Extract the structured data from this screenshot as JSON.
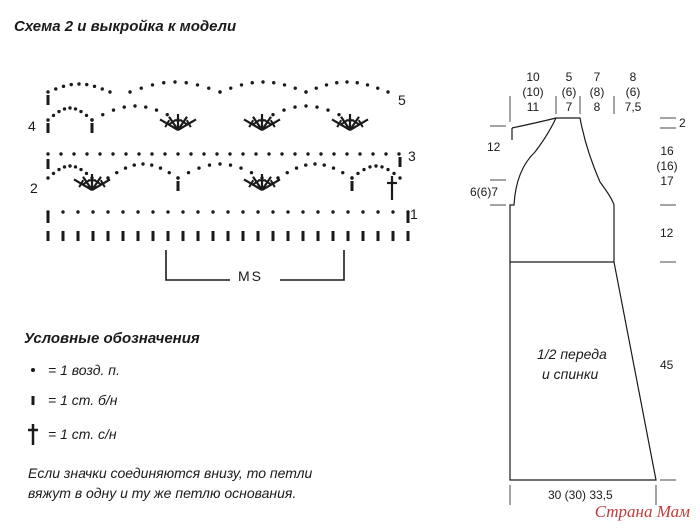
{
  "title": "Схема 2 и выкройка к модели",
  "scheme": {
    "row_labels": [
      {
        "text": "1",
        "side": "right",
        "row": 1
      },
      {
        "text": "2",
        "side": "left",
        "row": 2
      },
      {
        "text": "3",
        "side": "right",
        "row": 3
      },
      {
        "text": "4",
        "side": "left",
        "row": 4
      },
      {
        "text": "5",
        "side": "right",
        "row": 5
      }
    ],
    "repeat_label": "MS"
  },
  "legend": {
    "title": "Условные обозначения",
    "items": [
      {
        "icon": "chain-dot-icon",
        "text": "= 1 возд. п."
      },
      {
        "icon": "single-crochet-icon",
        "text": "= 1 ст. б/н"
      },
      {
        "icon": "double-crochet-icon",
        "text": "= 1 ст. с/н"
      }
    ]
  },
  "note": {
    "line1": "Если значки соединяются внизу, то петли",
    "line2": "вяжут в одну и ту же петлю основания."
  },
  "pattern": {
    "top_labels": [
      {
        "l1": "10",
        "l2": "(10)",
        "l3": "11"
      },
      {
        "l1": "5",
        "l2": "(6)",
        "l3": "7"
      },
      {
        "l1": "7",
        "l2": "(8)",
        "l3": "8"
      },
      {
        "l1": "8",
        "l2": "(6)",
        "l3": "7,5"
      }
    ],
    "armhole_height": "12",
    "shoulder_drop": "2",
    "armhole_right": {
      "l1": "16",
      "l2": "(16)",
      "l3": "17"
    },
    "side_left": "6(6)7",
    "bodice_height": "12",
    "skirt_height": "45",
    "panel_label_1": "1/2 переда",
    "panel_label_2": "и спинки",
    "bottom_width": "30 (30) 33,5"
  },
  "watermark": "Страна Мам"
}
